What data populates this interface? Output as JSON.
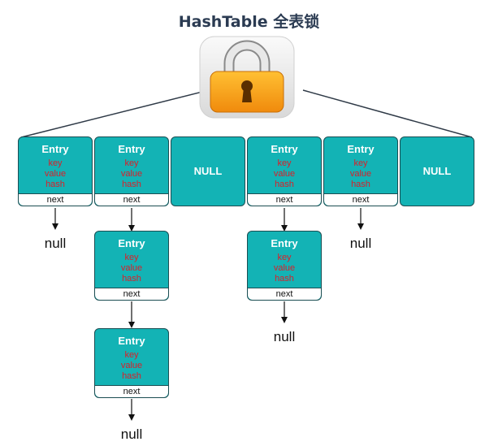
{
  "title": "HashTable 全表锁",
  "entry": {
    "title": "Entry",
    "key": "key",
    "value": "value",
    "hash": "hash",
    "next": "next"
  },
  "null_bucket_label": "NULL",
  "null_pointer_label": "null",
  "colors": {
    "cell_fill": "#13b3b5",
    "cell_border": "#1b4d52",
    "field_text": "#d8202a",
    "lock_body": "#f49a16",
    "lock_shackle": "#e6e6e6"
  }
}
